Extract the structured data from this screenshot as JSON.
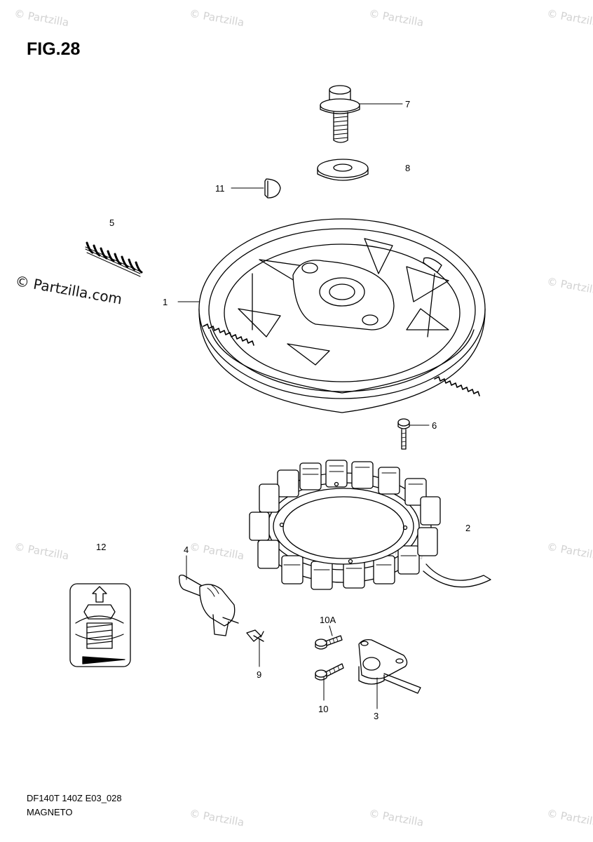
{
  "figure_title": "FIG.28",
  "watermark": "© Partzilla.com",
  "watermark_short": "© Partzilla",
  "diagram_code": "DF140T 140Z E03_028",
  "section_name": "MAGNETO",
  "callouts": {
    "c1": "1",
    "c2": "2",
    "c3": "3",
    "c4": "4",
    "c5": "5",
    "c6": "6",
    "c7": "7",
    "c8": "8",
    "c9": "9",
    "c10": "10",
    "c10a": "10A",
    "c11": "11",
    "c12": "12"
  },
  "line_color": "#000000",
  "watermark_color": "#d2d2d2"
}
